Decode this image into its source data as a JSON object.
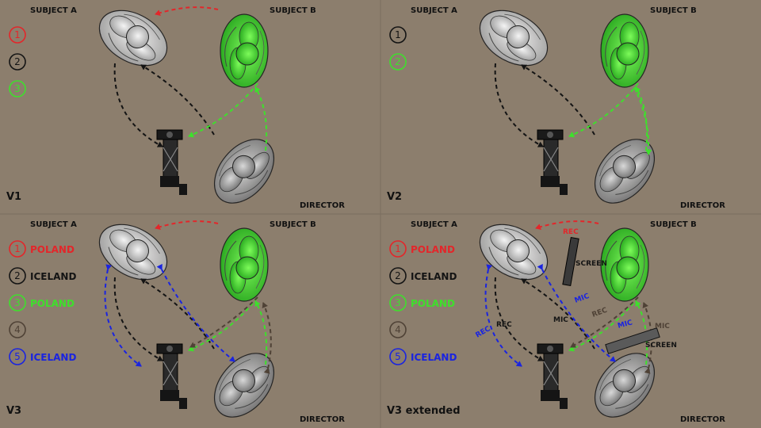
{
  "colors": {
    "background": "#8c7e6d",
    "red": "#e3262a",
    "black": "#141414",
    "green": "#3ee02c",
    "brown": "#4f4236",
    "blue": "#1a24e0"
  },
  "labels": {
    "subject_a": "SUBJECT A",
    "subject_b": "SUBJECT B",
    "director": "DIRECTOR"
  },
  "panels": [
    {
      "id": "v1",
      "caption": "V1",
      "legend": [
        {
          "num": "1",
          "text": "",
          "color": "red"
        },
        {
          "num": "2",
          "text": "",
          "color": "black"
        },
        {
          "num": "3",
          "text": "",
          "color": "green"
        }
      ]
    },
    {
      "id": "v2",
      "caption": "V2",
      "legend": [
        {
          "num": "1",
          "text": "",
          "color": "black"
        },
        {
          "num": "2",
          "text": "",
          "color": "green"
        }
      ]
    },
    {
      "id": "v3",
      "caption": "V3",
      "legend": [
        {
          "num": "1",
          "text": "POLAND",
          "color": "red"
        },
        {
          "num": "2",
          "text": "ICELAND",
          "color": "black"
        },
        {
          "num": "3",
          "text": "POLAND",
          "color": "green"
        },
        {
          "num": "4",
          "text": "",
          "color": "brown"
        },
        {
          "num": "5",
          "text": "ICELAND",
          "color": "blue"
        }
      ]
    },
    {
      "id": "v3x",
      "caption": "V3 extended",
      "legend": [
        {
          "num": "1",
          "text": "POLAND",
          "color": "red"
        },
        {
          "num": "2",
          "text": "ICELAND",
          "color": "black"
        },
        {
          "num": "3",
          "text": "POLAND",
          "color": "green"
        },
        {
          "num": "4",
          "text": "",
          "color": "brown"
        },
        {
          "num": "5",
          "text": "ICELAND",
          "color": "blue"
        }
      ],
      "annotations": [
        {
          "text": "REC",
          "color": "red"
        },
        {
          "text": "SCREEN",
          "color": "black"
        },
        {
          "text": "MIC",
          "color": "blue"
        },
        {
          "text": "MIC",
          "color": "black"
        },
        {
          "text": "REC",
          "color": "brown"
        },
        {
          "text": "MIC",
          "color": "blue"
        },
        {
          "text": "MIC",
          "color": "brown"
        },
        {
          "text": "SCREEN",
          "color": "black"
        },
        {
          "text": "REC",
          "color": "blue"
        },
        {
          "text": "REC",
          "color": "black"
        }
      ]
    }
  ]
}
